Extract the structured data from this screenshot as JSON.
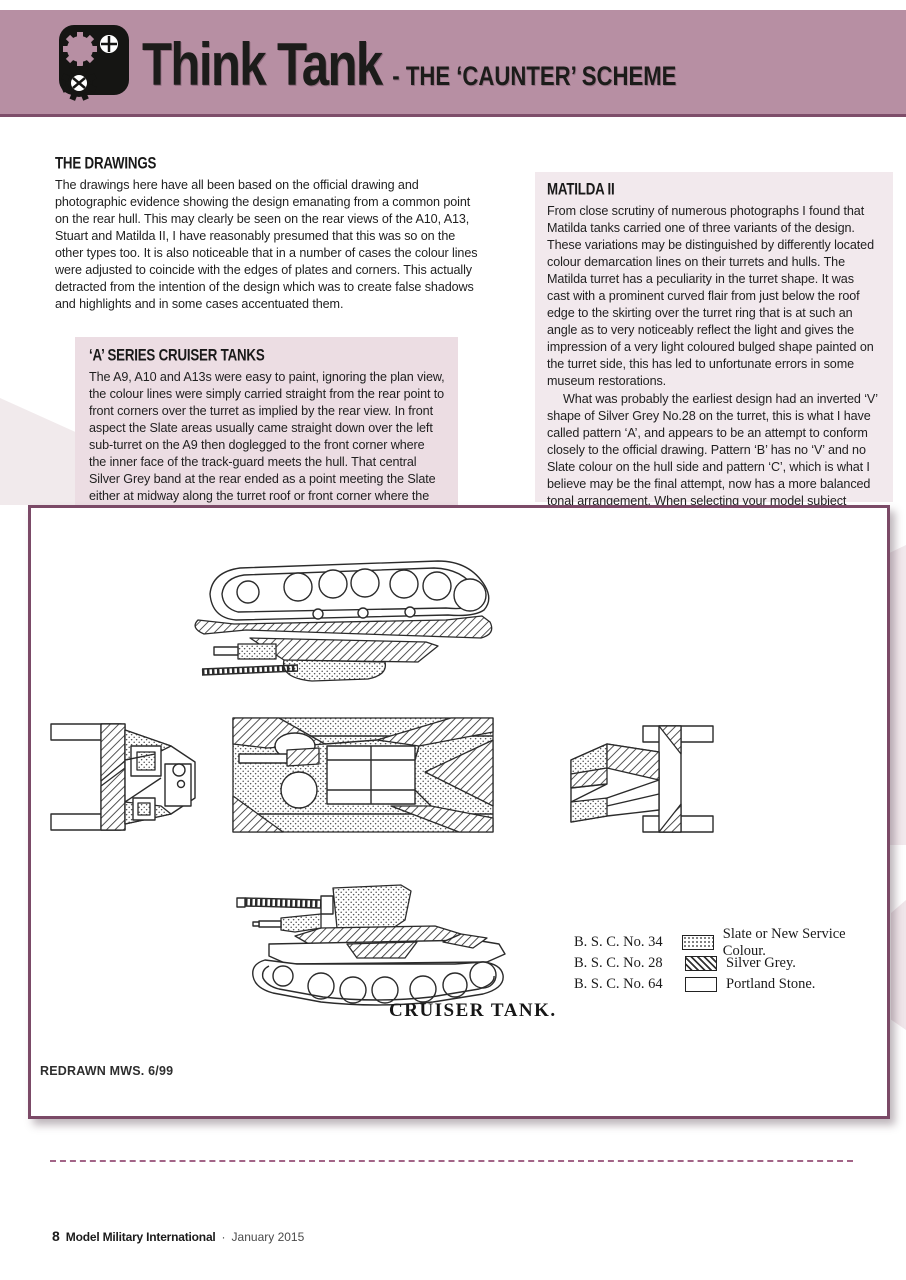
{
  "header": {
    "title": "Think Tank",
    "subtitle": "- THE ‘CAUNTER’ SCHEME"
  },
  "sections": {
    "drawings": {
      "heading": "THE DRAWINGS",
      "body": "The drawings here have all been based on the official drawing and photographic evidence showing the design emanating from a common point on the rear hull. This may clearly be seen on the rear views of the A10, A13, Stuart and Matilda II, I have reasonably presumed that this was so on the other types too. It is also noticeable that in a number of cases the colour lines were adjusted to coincide with the edges of plates and corners. This actually detracted from the intention of the design which was to create false shadows and highlights and in some cases accentuated them."
    },
    "a_series": {
      "heading": "‘A’ SERIES CRUISER TANKS",
      "body": "The A9, A10 and A13s were easy to paint, ignoring the plan view, the colour lines were simply carried straight from the rear point to front corners over the turret as implied by the rear view. In front aspect the Slate areas usually came straight down over the left sub-turret on the A9 then doglegged to the front corner where the inner face of the track-guard meets the hull. That central Silver Grey band at the rear ended as a point meeting the Slate either at midway along the turret roof or front corner where the frontal Silver Grey ends on the drawing."
    },
    "matilda": {
      "heading": "MATILDA II",
      "para1": "From close scrutiny of numerous photographs I found that Matilda tanks carried one of three variants of the design. These variations may be distinguished by differently located colour demarcation lines on their turrets and hulls. The Matilda turret has a peculiarity in the turret shape. It was cast with a prominent curved flair from just below the roof edge to the skirting over the turret ring that is at such an angle as to very noticeably reflect the light and gives the impression of a very light coloured bulged shape painted on the turret side, this has led to unfortunate errors in some museum restorations.",
      "para2": "What was probably the earliest design had an inverted ‘V’ shape of Silver Grey No.28 on the turret, this is what I have called pattern ‘A’, and appears to be an attempt to conform closely to the official drawing. Pattern ‘B’ has no ‘V’ and no Slate colour on the hull side and pattern ‘C’, which is what I believe may be the final attempt, now has a more balanced tonal arrangement. When selecting your model subject check your photograph against the features on the drawings to decide which is the most appropriate pattern to apply."
    }
  },
  "figure": {
    "caption": "CRUISER TANK.",
    "credit": "REDRAWN MWS. 6/99",
    "legend": [
      {
        "code": "B. S. C. No. 34",
        "swatch": "stipple",
        "label": "Slate or New Service Colour."
      },
      {
        "code": "B. S. C. No. 28",
        "swatch": "diagonal-hatch",
        "label": "Silver Grey."
      },
      {
        "code": "B. S. C. No. 64",
        "swatch": "plain",
        "label": "Portland Stone."
      }
    ]
  },
  "footer": {
    "page_number": "8",
    "magazine": "Model Military International",
    "separator": "·",
    "issue": "January 2015"
  },
  "colors": {
    "header_band": "#b78fa3",
    "header_border": "#7e4e6a",
    "panel_pink": "#ecdde3",
    "tint_pink": "#f2e9ed",
    "frame_border": "#7b4a67",
    "dash_line": "#a26487",
    "ink": "#1c1c1a"
  }
}
